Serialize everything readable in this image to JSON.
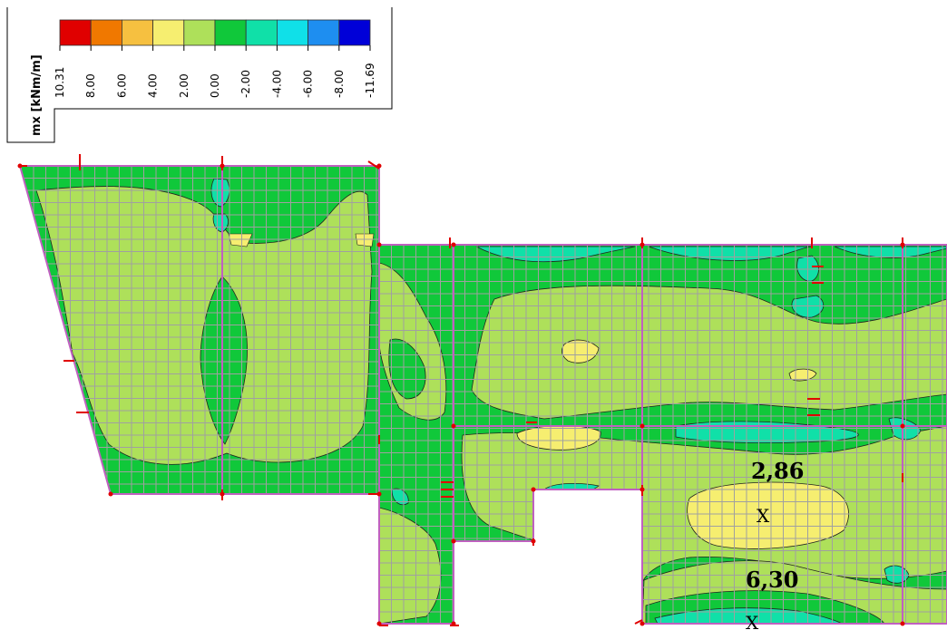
{
  "legend": {
    "title": "mx [kNm/m]",
    "ticks": [
      "10.31",
      "8.00",
      "6.00",
      "4.00",
      "2.00",
      "0.00",
      "-2.00",
      "-4.00",
      "-6.00",
      "-8.00",
      "-11.69"
    ],
    "colors": [
      "#e00000",
      "#f07800",
      "#f6c040",
      "#f6ee70",
      "#aee05a",
      "#10c83a",
      "#10e0a8",
      "#10e0e8",
      "#1e8ef0",
      "#0000d8"
    ]
  },
  "markers": [
    {
      "value": "2,86",
      "symbol": "X"
    },
    {
      "value": "6,30",
      "symbol": "X"
    }
  ],
  "colors": {
    "slab_base": "#aee05a",
    "low_negative": "#10c83a",
    "mid_negative": "#10e0a8",
    "high_negative": "#10e0e8",
    "positive": "#f6ee70",
    "mesh": "#a0a0a0",
    "edge": "#c060c0",
    "support": "#e00000"
  }
}
